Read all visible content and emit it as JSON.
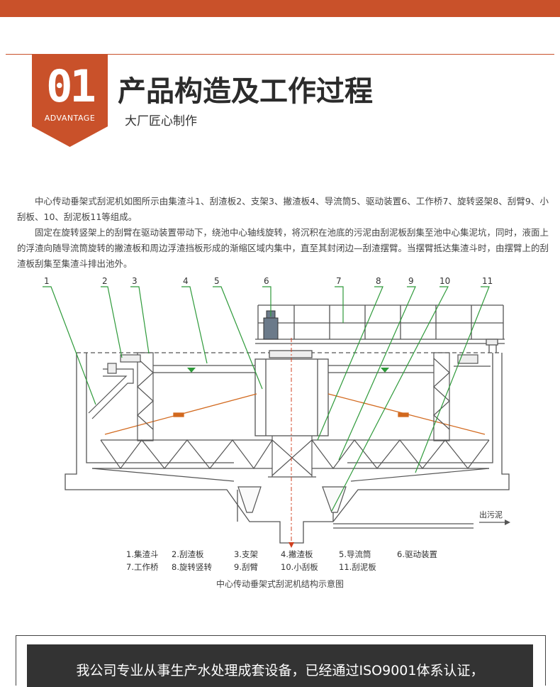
{
  "header": {
    "badge_number": "01",
    "badge_label": "ADVANTAGE",
    "title": "产品构造及工作过程",
    "subtitle": "大厂匠心制作"
  },
  "description": {
    "paragraph1": "中心传动垂架式刮泥机如图所示由集渣斗1、刮渣板2、支架3、撇渣板4、导流筒5、驱动装置6、工作桥7、旋转竖架8、刮臂9、小刮板、10、刮泥板11等组成。",
    "paragraph2": "固定在旋转竖架上的刮臂在驱动装置带动下，绕池中心轴线旋转，将沉积在池底的污泥由刮泥板刮集至池中心集泥坑，同时，液面上的浮渣向随导流筒旋转的撇渣板和周边浮渣挡板形成的渐缩区域内集中，直至其封闭边—刮渣摆臂。当摆臂抵达集渣斗时，由摆臂上的刮渣板刮集至集渣斗排出池外。"
  },
  "diagram": {
    "callouts": [
      "1",
      "2",
      "3",
      "4",
      "5",
      "6",
      "7",
      "8",
      "9",
      "10",
      "11"
    ],
    "outlet_label": "出污泥",
    "legend": [
      "1.集渣斗",
      "2.刮渣板",
      "3.支架",
      "4.撇渣板",
      "5.导流筒",
      "6.驱动装置",
      "7.工作桥",
      "8.旋转竖转",
      "9.刮臂",
      "10.小刮板",
      "11.刮泥板"
    ],
    "caption": "中心传动垂架式刮泥机结构示意图",
    "colors": {
      "structure": "#555555",
      "leader": "#2e9a3a",
      "arm": "#d2691e",
      "axis": "#d04020"
    }
  },
  "footer": {
    "text": "我公司专业从事生产水处理成套设备，已经通过ISO9001体系认证，"
  }
}
